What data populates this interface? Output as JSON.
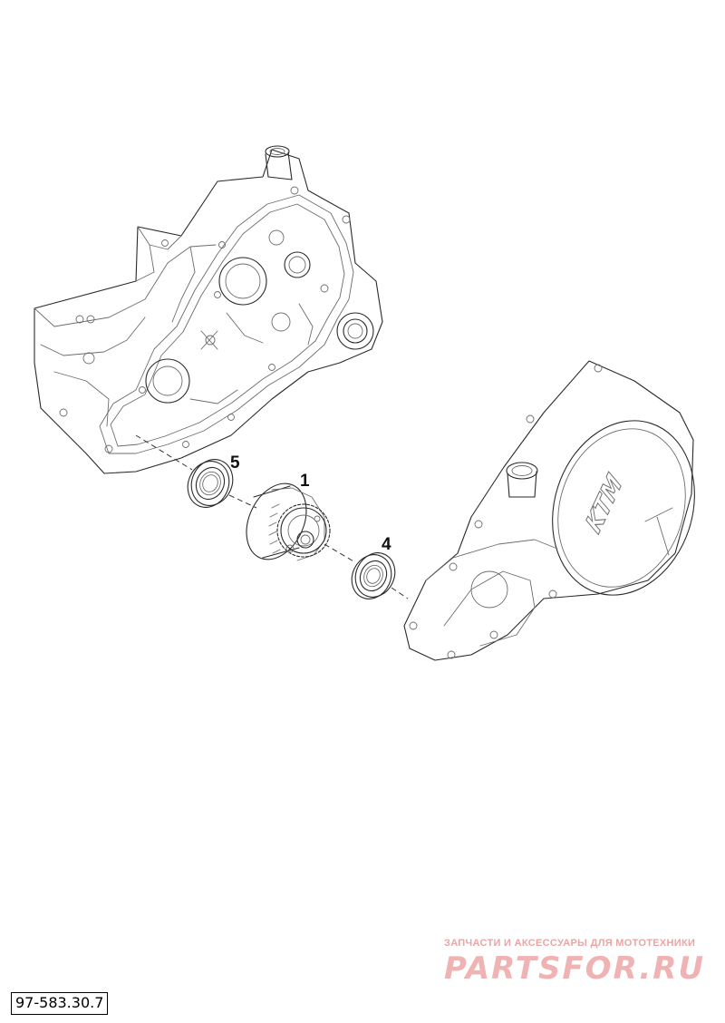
{
  "diagram": {
    "callouts": [
      {
        "id": "1",
        "label": "1"
      },
      {
        "id": "4",
        "label": "4"
      },
      {
        "id": "5",
        "label": "5"
      }
    ],
    "drawing_code": "97-583.30.7",
    "cover_emblem": "KTM"
  },
  "watermark": {
    "tagline": "ЗАПЧАСТИ И АКСЕССУАРЫ ДЛЯ МОТОТЕХНИКИ",
    "logo": "PARTSFOR.RU"
  }
}
